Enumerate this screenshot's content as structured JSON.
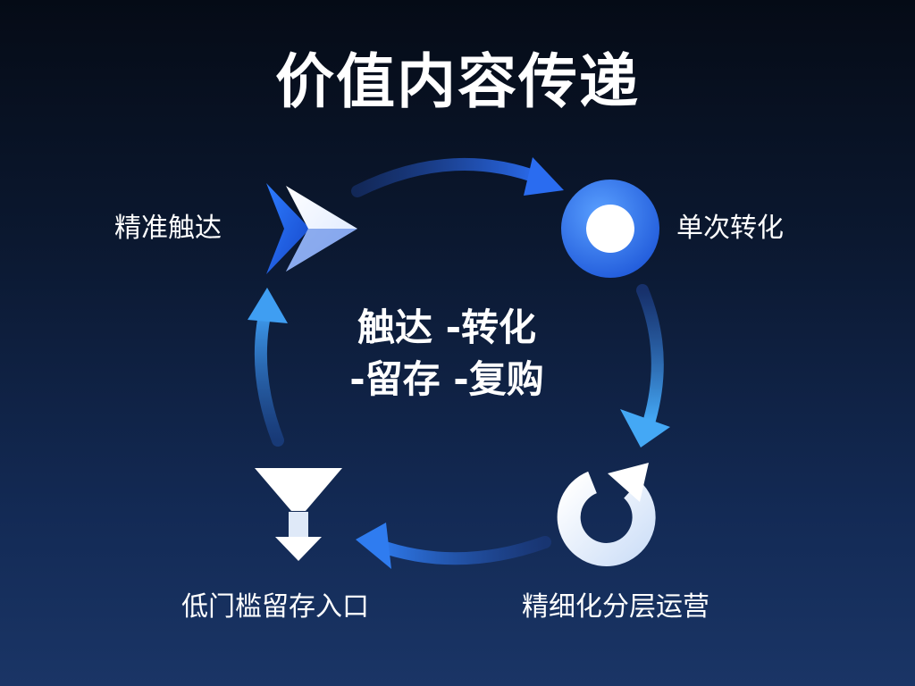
{
  "title": "价值内容传递",
  "center": {
    "line1": "触达 -转化",
    "line2": "-留存 -复购"
  },
  "nodes": [
    {
      "label": "精准触达",
      "icon": "double-chevron-arrow-icon"
    },
    {
      "label": "单次转化",
      "icon": "blue-ring-icon"
    },
    {
      "label": "精细化分层运营",
      "icon": "refresh-cycle-icon"
    },
    {
      "label": "低门槛留存入口",
      "icon": "funnel-icon"
    }
  ],
  "colors": {
    "accent_blue": "#2a6cf0",
    "light_blue": "#43a6f5",
    "dark_blue": "#1c3d8c"
  }
}
